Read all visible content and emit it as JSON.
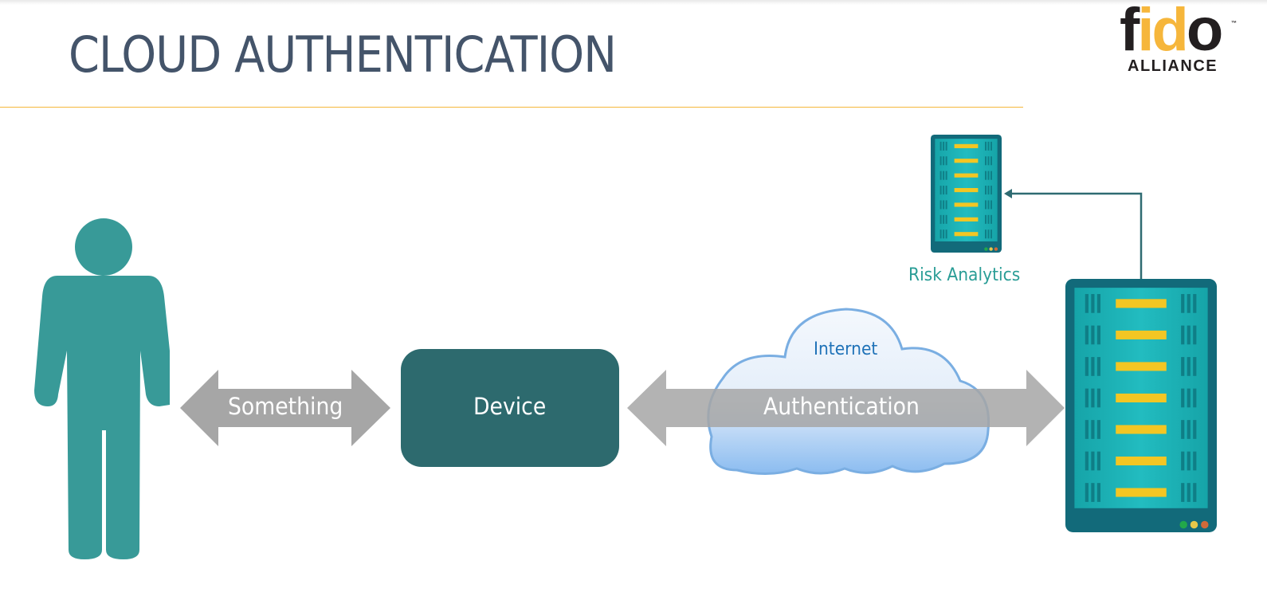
{
  "slide": {
    "title": "CLOUD AUTHENTICATION",
    "logo": {
      "letters_dark_1": "f",
      "letters_accent": "id",
      "letters_dark_2": "o",
      "trademark": "™",
      "subtitle": "ALLIANCE"
    }
  },
  "diagram": {
    "nodes": {
      "user": {
        "icon": "person-icon"
      },
      "device": {
        "label": "Device"
      },
      "internet": {
        "label": "Internet",
        "icon": "cloud-icon"
      },
      "server": {
        "icon": "server-rack-icon"
      },
      "risk_analytics": {
        "label": "Risk Analytics",
        "icon": "server-rack-icon"
      }
    },
    "edges": {
      "user_device": {
        "label": "Something",
        "direction": "bidirectional"
      },
      "device_server": {
        "label": "Authentication",
        "direction": "bidirectional"
      },
      "server_risk": {
        "label": "",
        "direction": "to-risk-analytics"
      }
    }
  },
  "colors": {
    "title": "#44546a",
    "rule": "#f5b83c",
    "person": "#389a98",
    "device": "#2d6a6e",
    "arrow": "#a6a6a6",
    "server_frame": "#126a7a",
    "server_panel": "#1aaeb0",
    "server_slot": "#f3c623",
    "connector": "#2f6b72",
    "risk_text": "#2a9d96",
    "internet_text": "#1f72b8"
  }
}
